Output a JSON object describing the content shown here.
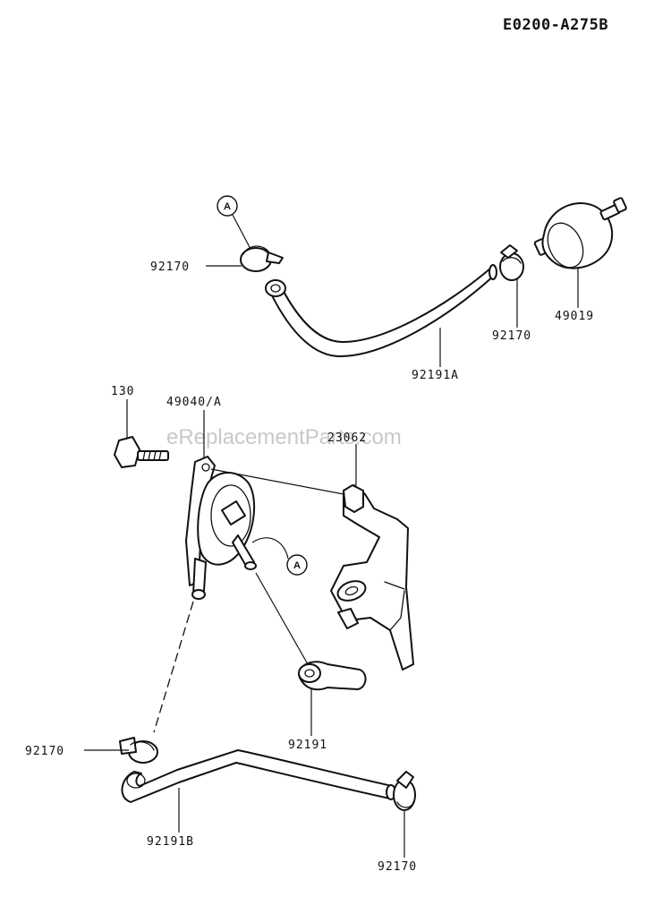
{
  "diagram_code": "E0200-A275B",
  "watermark": "eReplacementParts.com",
  "callout_letter": "A",
  "labels": {
    "clamp_top_left": "92170",
    "fuel_filter": "49019",
    "clamp_top_right": "92170",
    "hose_a": "92191A",
    "bolt": "130",
    "fuel_pump": "49040/A",
    "bracket": "23062",
    "hose_pump_out": "92191",
    "clamp_bottom_left": "92170",
    "hose_b": "92191B",
    "clamp_bottom_right": "92170"
  }
}
